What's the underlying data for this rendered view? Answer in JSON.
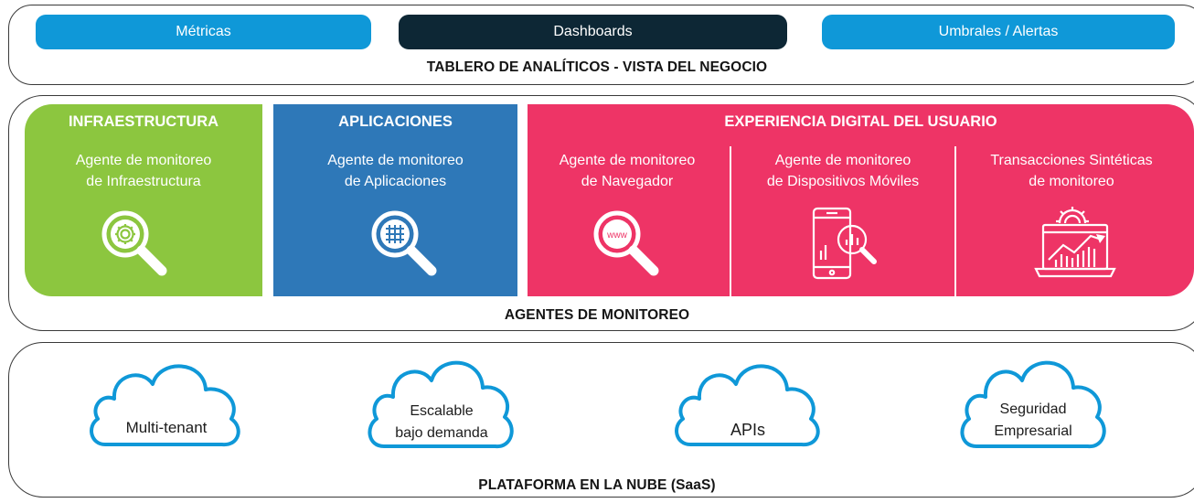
{
  "top_panel": {
    "buttons": [
      "Métricas",
      "Dashboards",
      "Umbrales / Alertas"
    ],
    "caption": "TABLERO DE ANALÍTICOS - VISTA DEL NEGOCIO"
  },
  "agents_panel": {
    "infra": {
      "title": "INFRAESTRUCTURA",
      "line1": "Agente de monitoreo",
      "line2": "de Infraestructura",
      "icon": "gear-magnifier-icon",
      "color": "#8cc63f"
    },
    "apps": {
      "title": "APLICACIONES",
      "line1": "Agente de monitoreo",
      "line2": "de Aplicaciones",
      "icon": "grid-magnifier-icon",
      "color": "#2e78b8"
    },
    "experience": {
      "title": "EXPERIENCIA DIGITAL DEL USUARIO",
      "color": "#ee3466",
      "items": [
        {
          "line1": "Agente de  monitoreo",
          "line2": "de Navegador",
          "icon": "www-magnifier-icon"
        },
        {
          "line1": "Agente de monitoreo",
          "line2": "de Dispositivos Móviles",
          "icon": "mobile-analytics-icon"
        },
        {
          "line1": "Transacciones Sintéticas",
          "line2": "de monitoreo",
          "icon": "synthetic-laptop-icon"
        }
      ]
    },
    "caption": "AGENTES DE MONITOREO"
  },
  "cloud_panel": {
    "clouds": [
      {
        "line1": "Multi-tenant",
        "line2": ""
      },
      {
        "line1": "Escalable",
        "line2": "bajo demanda"
      },
      {
        "line1": "APIs",
        "line2": ""
      },
      {
        "line1": "Seguridad",
        "line2": "Empresarial"
      }
    ],
    "cloud_color": "#0f98d8",
    "caption": "PLATAFORMA EN LA NUBE (SaaS)"
  },
  "colors": {
    "pill_blue": "#0f98d8",
    "pill_dark": "#0d2735",
    "border": "#3a3a3a"
  }
}
